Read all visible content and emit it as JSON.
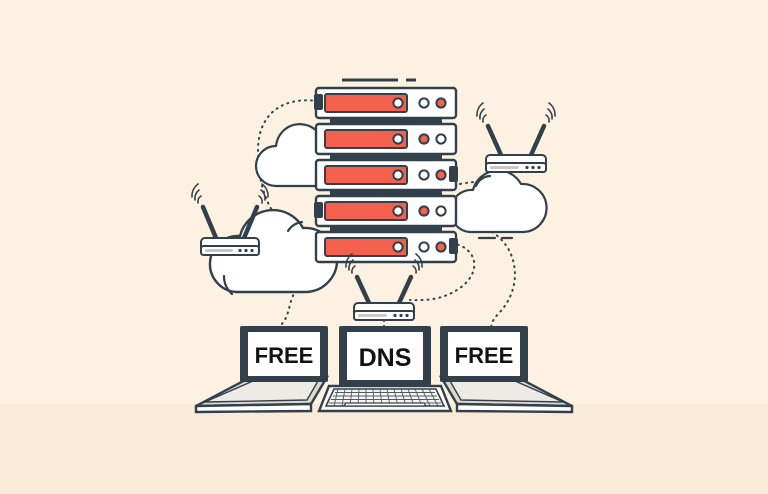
{
  "scene": {
    "title": "Free DNS server network illustration",
    "background_color": "#fdf2e2",
    "ink_color": "#32404c",
    "accent_color": "#f4604e",
    "white": "#ffffff",
    "screen_text_color": "#121212"
  },
  "server_stack": {
    "name": "server-rack",
    "unit_count": 5,
    "units": [
      {
        "index": 1,
        "bar_color": "#f4604e",
        "bar_knob": "white",
        "led_left": "white",
        "led_right": "red",
        "side_port": "left"
      },
      {
        "index": 2,
        "bar_color": "#f4604e",
        "bar_knob": "white",
        "led_left": "red",
        "led_right": "white",
        "side_port": "none"
      },
      {
        "index": 3,
        "bar_color": "#f4604e",
        "bar_knob": "white",
        "led_left": "white",
        "led_right": "red",
        "side_port": "right"
      },
      {
        "index": 4,
        "bar_color": "#f4604e",
        "bar_knob": "red",
        "led_left": "red",
        "led_right": "white",
        "side_port": "left"
      },
      {
        "index": 5,
        "bar_color": "#f4604e",
        "bar_knob": "white",
        "led_left": "white",
        "led_right": "red",
        "side_port": "right"
      }
    ]
  },
  "laptops": [
    {
      "id": "laptop-left",
      "screen_text": "FREE",
      "orientation": "angled-left"
    },
    {
      "id": "laptop-center",
      "screen_text": "DNS",
      "orientation": "front"
    },
    {
      "id": "laptop-right",
      "screen_text": "FREE",
      "orientation": "angled-right"
    }
  ],
  "routers": [
    {
      "id": "router-left",
      "antennas": 2,
      "signal": true
    },
    {
      "id": "router-top-right",
      "antennas": 2,
      "signal": true
    },
    {
      "id": "router-center",
      "antennas": 2,
      "signal": true
    }
  ],
  "clouds": [
    {
      "id": "cloud-upper-left",
      "size": "small"
    },
    {
      "id": "cloud-large-left",
      "size": "large"
    },
    {
      "id": "cloud-right",
      "size": "medium"
    }
  ],
  "connections": [
    {
      "id": "link-server1-to-cloud-left",
      "style": "dotted-curve"
    },
    {
      "id": "link-server3-to-cloud-right",
      "style": "dotted-curve"
    },
    {
      "id": "link-server5-to-router-center",
      "style": "dotted-curve"
    },
    {
      "id": "link-cloud-left-to-laptop-left",
      "style": "dotted-curve"
    },
    {
      "id": "link-cloud-right-to-laptop-right",
      "style": "dotted-curve"
    },
    {
      "id": "link-router-center-to-laptop-center",
      "style": "dotted-line"
    }
  ]
}
